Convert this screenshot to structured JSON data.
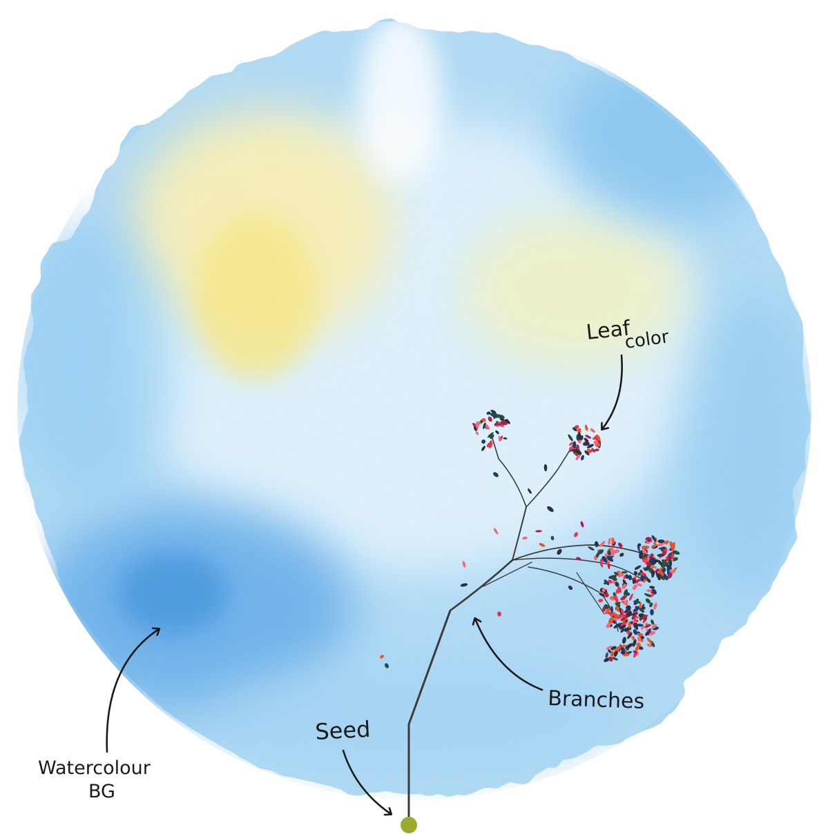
{
  "labels": {
    "leaf_color_line1": "Leaf",
    "leaf_color_line2": "color",
    "branches": "Branches",
    "seed": "Seed",
    "watercolour_line1": "Watercolour",
    "watercolour_line2": "BG"
  },
  "colors": {
    "background": "#ffffff",
    "watercolour_blue": "#8fc8ef",
    "watercolour_deep_blue": "#2f86d8",
    "watercolour_yellow": "#f3e27a",
    "branch": "#3a3a3a",
    "seed": "#9bac2c",
    "annotation_ink": "#1a1a1a",
    "leaf_palette": [
      "#e8334a",
      "#1f3a6b",
      "#2c2f3e",
      "#b21f4f",
      "#e2572b",
      "#f26a7a",
      "#26503e"
    ]
  },
  "icons": {
    "seed": "seed-dot",
    "arrow": "hand-drawn-arrow"
  }
}
